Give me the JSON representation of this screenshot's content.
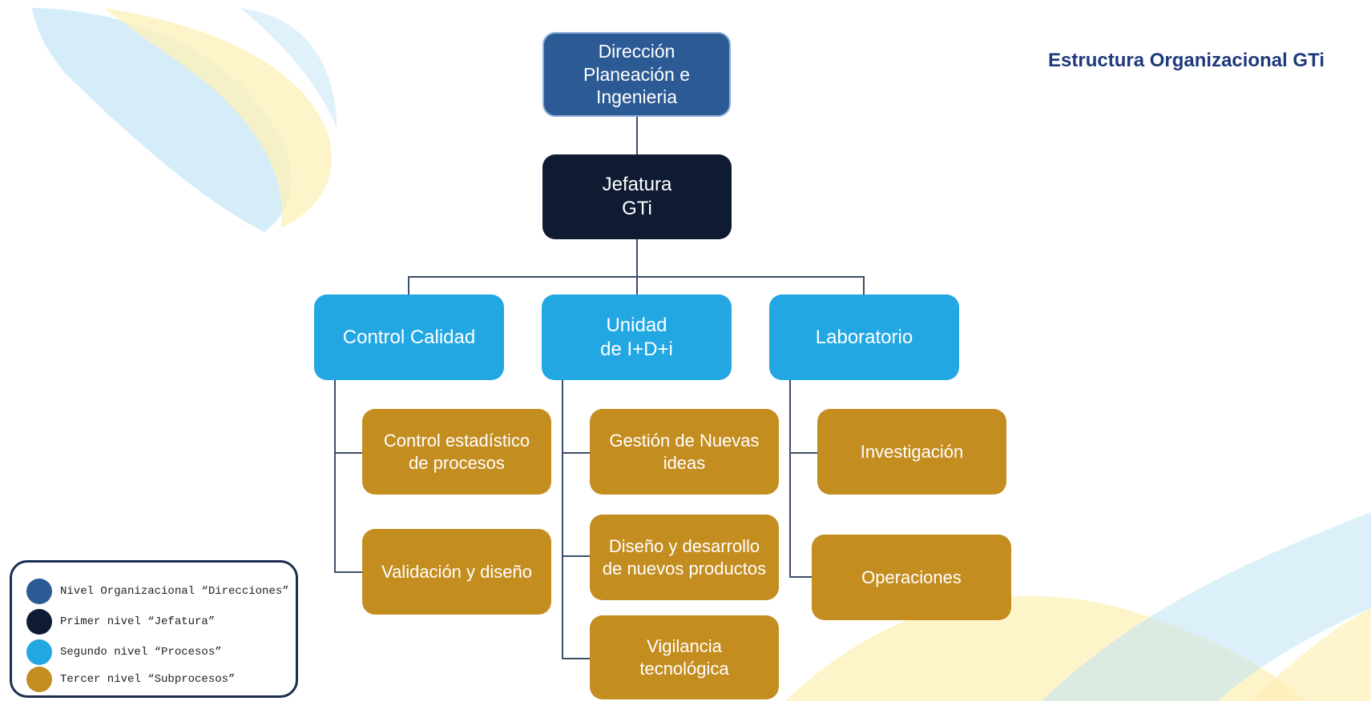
{
  "title": "Estructura Organizacional GTi",
  "colors": {
    "direcciones": "#2c5a94",
    "jefatura": "#0f1b33",
    "procesos": "#22a7e3",
    "subprocesos": "#c48d20"
  },
  "org": {
    "direccion": "Dirección\nPlaneación e\nIngenieria",
    "jefatura": "Jefatura\nGTi",
    "procesos": [
      {
        "label": "Control Calidad",
        "subprocesos": [
          "Control estadístico\nde procesos",
          "Validación y diseño"
        ]
      },
      {
        "label": "Unidad\nde I+D+i",
        "subprocesos": [
          "Gestión de Nuevas\nideas",
          "Diseño y desarrollo\nde nuevos productos",
          "Vigilancia\ntecnológica"
        ]
      },
      {
        "label": "Laboratorio",
        "subprocesos": [
          "Investigación",
          "Operaciones"
        ]
      }
    ]
  },
  "legend": [
    {
      "label": "Nivel Organizacional  “Direcciones”",
      "color": "#2c5a94"
    },
    {
      "label": "Primer nivel  “Jefatura”",
      "color": "#0f1b33"
    },
    {
      "label": "Segundo  nivel  “Procesos”",
      "color": "#22a7e3"
    },
    {
      "label": "Tercer nivel  “Subprocesos”",
      "color": "#c48d20"
    }
  ]
}
